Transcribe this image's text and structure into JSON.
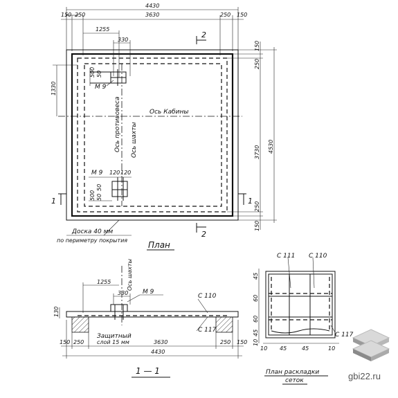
{
  "plan": {
    "title": "План",
    "dims_top": {
      "total": "4430",
      "edge_left": "150",
      "border_left": "250",
      "inner": "3630",
      "border_right": "250",
      "edge_right": "150"
    },
    "dim_1255": "1255",
    "dim_330": "330",
    "dim_1330": "1330",
    "dims_right": {
      "d150a": "150",
      "d250a": "250",
      "d3730": "3730",
      "d4530": "4530",
      "d250b": "250",
      "d150b": "150"
    },
    "small_dims": {
      "d500a": "500",
      "d50a": "50",
      "d500b": "500",
      "d50b": "50",
      "d50c": "50",
      "d120a": "120",
      "d120b": "120"
    },
    "m9_upper": "М 9",
    "m9_lower": "М 9",
    "axis_cabin": "Ось Кабины",
    "axis_counterweight": "Ось противовеса",
    "axis_shaft": "Ось шахты",
    "section_2": "2",
    "section_1": "1",
    "board_note_line1": "Доска 40 мм",
    "board_note_line2": "по периметру покрытия"
  },
  "section": {
    "title": "1 — 1",
    "dim_1255": "1255",
    "dim_330": "330",
    "m9": "М 9",
    "c110": "С 110",
    "c117": "С 117",
    "axis_shaft": "Ось шахты",
    "dim_130": "130",
    "protect_line1": "Защитный",
    "protect_line2": "слой 15 мм",
    "dims_bottom": {
      "edge_left": "150",
      "border_left": "250",
      "inner": "3630",
      "border_right": "250",
      "edge_right": "150",
      "total": "4430"
    }
  },
  "mesh": {
    "title_line1": "План раскладки",
    "title_line2": "сеток",
    "c111": "С 111",
    "c110": "С 110",
    "c117": "С 117",
    "left_dims": {
      "d45": "45",
      "d60a": "60",
      "d60b": "60",
      "d45b": "45",
      "d10a": "10"
    },
    "bottom_dims": {
      "d10": "10",
      "d45a": "45",
      "d45b": "45",
      "d10b": "10"
    }
  },
  "site": {
    "name": "gbi22.ru",
    "logo_icon": "stacked-slabs-logo"
  }
}
